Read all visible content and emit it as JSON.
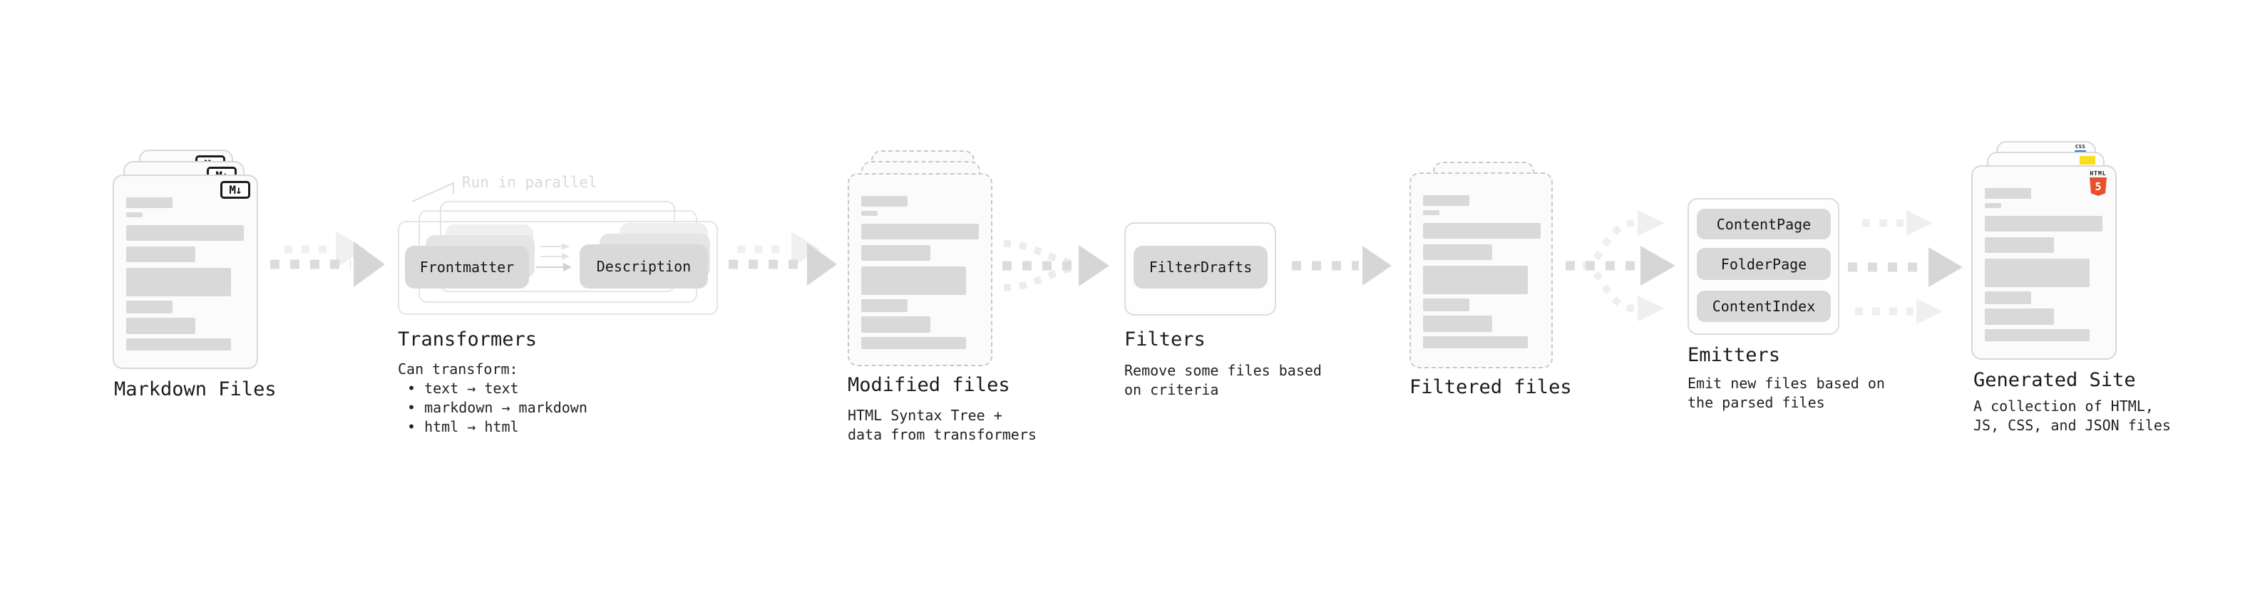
{
  "stages": {
    "markdown": {
      "label": "Markdown Files",
      "icon": "M↓"
    },
    "transformers": {
      "label": "Transformers",
      "annotation": "Run in parallel",
      "pill_frontmatter": "Frontmatter",
      "pill_description": "Description",
      "desc_title": "Can transform:",
      "bullet1": "• text → text",
      "bullet2": "• markdown → markdown",
      "bullet3": "• html → html"
    },
    "modified": {
      "label": "Modified files",
      "desc1": "HTML Syntax Tree +",
      "desc2": "data from transformers"
    },
    "filters": {
      "label": "Filters",
      "pill": "FilterDrafts",
      "desc1": "Remove some files based",
      "desc2": "on criteria"
    },
    "filtered": {
      "label": "Filtered files"
    },
    "emitters": {
      "label": "Emitters",
      "pill1": "ContentPage",
      "pill2": "FolderPage",
      "pill3": "ContentIndex",
      "desc1": "Emit new files based on",
      "desc2": "the parsed files"
    },
    "generated": {
      "label": "Generated Site",
      "desc1": "A collection of HTML,",
      "desc2": "JS, CSS, and JSON files",
      "badge_html_word": "HTML",
      "badge_html_number": "5",
      "badge_css_word": "CSS"
    }
  },
  "colors": {
    "html5_orange": "#e8502b",
    "js_yellow": "#f7df1e",
    "css_blue": "#2f6df6",
    "bar_gray": "#d9d9d9",
    "pill_gray": "#d9d9d9",
    "arrow_dark": "#dcdcdc",
    "arrow_light": "#f0f0f0",
    "annotation_gray": "#d9d9d9"
  }
}
